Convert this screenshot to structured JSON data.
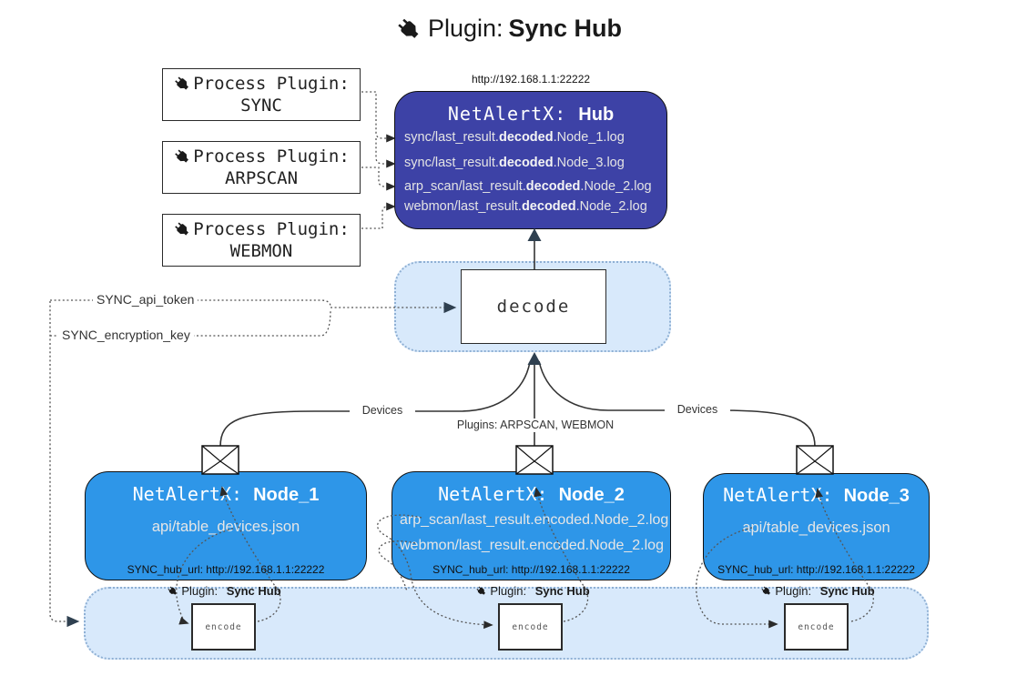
{
  "title": {
    "label": "Plugin:",
    "bold": "Sync Hub"
  },
  "process_plugins": [
    {
      "label": "Process Plugin:",
      "name": "SYNC"
    },
    {
      "label": "Process Plugin:",
      "name": "ARPSCAN"
    },
    {
      "label": "Process Plugin:",
      "name": "WEBMON"
    }
  ],
  "hub": {
    "url": "http://192.168.1.1:22222",
    "name": "NetAlertX: ",
    "name_bold": "Hub",
    "logs": [
      {
        "pre": "sync/last_result.",
        "bold": "decoded",
        "post": ".Node_1.log"
      },
      {
        "pre": "sync/last_result.",
        "bold": "decoded",
        "post": ".Node_3.log"
      },
      {
        "pre": "arp_scan/last_result.",
        "bold": "decoded",
        "post": ".Node_2.log"
      },
      {
        "pre": "webmon/last_result.",
        "bold": "decoded",
        "post": ".Node_2.log"
      }
    ]
  },
  "decode_block": {
    "label": "decode"
  },
  "settings": {
    "api_token": "SYNC_api_token",
    "encryption_key": "SYNC_encryption_key"
  },
  "edge_labels": {
    "left": "Devices",
    "center": "Plugins: ARPSCAN, WEBMON",
    "right": "Devices"
  },
  "nodes": [
    {
      "name": "NetAlertX: ",
      "name_bold": "Node_1",
      "files": [
        "api/table_devices.json"
      ],
      "hub_url": "SYNC_hub_url: http://192.168.1.1:22222"
    },
    {
      "name": "NetAlertX: ",
      "name_bold": "Node_2",
      "files": [
        "arp_scan/last_result.encoded.Node_2.log",
        "webmon/last_result.encoded.Node_2.log"
      ],
      "hub_url": "SYNC_hub_url: http://192.168.1.1:22222"
    },
    {
      "name": "NetAlertX: ",
      "name_bold": "Node_3",
      "files": [
        "api/table_devices.json"
      ],
      "hub_url": "SYNC_hub_url: http://192.168.1.1:22222"
    }
  ],
  "encode_section": {
    "plugin_label": "Plugin:",
    "plugin_bold": "Sync Hub",
    "encode_label": "encode"
  },
  "colors": {
    "hub_fill": "#3d42a6",
    "node_fill": "#2e96e8",
    "container_fill": "#d8e9fb",
    "container_border": "#8fb0d4",
    "line": "#333333",
    "arrow_dark": "#2f4050"
  }
}
